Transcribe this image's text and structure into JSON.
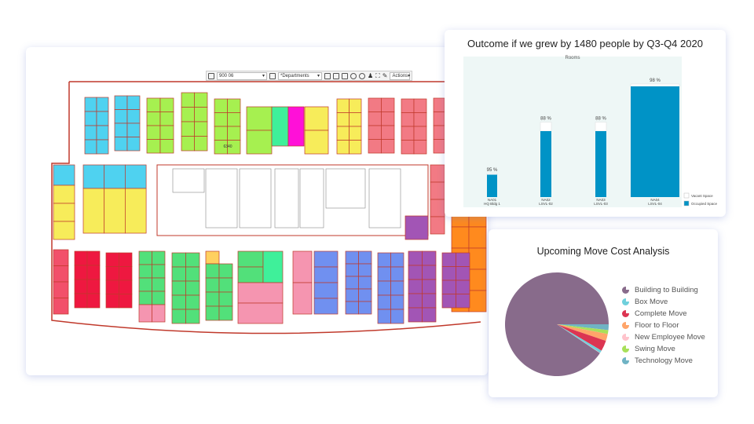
{
  "floorplan": {
    "toolbar": {
      "floor_select": "900 06",
      "layer_select": "*Departments",
      "actions_label": "Actions",
      "icons": [
        "grid-icon",
        "layers-icon",
        "select-icon",
        "lasso-icon",
        "fit-icon",
        "zoom-out-icon",
        "zoom-in-icon",
        "person-icon",
        "fullscreen-icon",
        "edit-icon"
      ]
    },
    "visible_room_labels": [
      "6340"
    ]
  },
  "chart_data": [
    {
      "type": "bar",
      "title": "Outcome if we grew by 1480 people by Q3-Q4 2020",
      "subtitle": "Rooms",
      "categories": [
        "NA01\nHQ Bldg 1",
        "NA02\nLSVL-02",
        "NA03\nLSVL-03",
        "NA04\nLSVL-04"
      ],
      "category_lines": [
        [
          "NA01",
          "HQ Bldg 1"
        ],
        [
          "NA02",
          "LSVL-02"
        ],
        [
          "NA03",
          "LSVL-03"
        ],
        [
          "NA04",
          "LSVL-04"
        ]
      ],
      "data_labels": [
        "95 %",
        "88 %",
        "88 %",
        "98 %"
      ],
      "series": [
        {
          "name": "Occupied Space",
          "color": "#0093c6",
          "values": [
            95,
            280,
            280,
            470
          ]
        },
        {
          "name": "Vacant Space",
          "color": "#ffffff",
          "values": [
            5,
            38,
            38,
            10
          ]
        }
      ],
      "ylim": [
        0,
        500
      ],
      "legend": "bottom-right",
      "grid": false
    },
    {
      "type": "pie",
      "title": "Upcoming Move Cost Analysis",
      "legend": "right",
      "slices": [
        {
          "name": "Technology Move",
          "value": 1.8,
          "color": "#6fb3c4"
        },
        {
          "name": "Swing Move",
          "value": 1.2,
          "color": "#a8e05a"
        },
        {
          "name": "Floor to Floor",
          "value": 2.2,
          "color": "#ffa56a"
        },
        {
          "name": "Complete Move",
          "value": 3.3,
          "color": "#dc3552"
        },
        {
          "name": "Box Move",
          "value": 0.8,
          "color": "#6fd0dc"
        },
        {
          "name": "New Employee Move",
          "value": 0.1,
          "color": "#ffc4cc"
        },
        {
          "name": "Building to Building",
          "value": 90.6,
          "color": "#886b8b"
        }
      ],
      "legend_order": [
        "Building to Building",
        "Box Move",
        "Complete Move",
        "Floor to Floor",
        "New Employee Move",
        "Swing Move",
        "Technology Move"
      ]
    }
  ]
}
